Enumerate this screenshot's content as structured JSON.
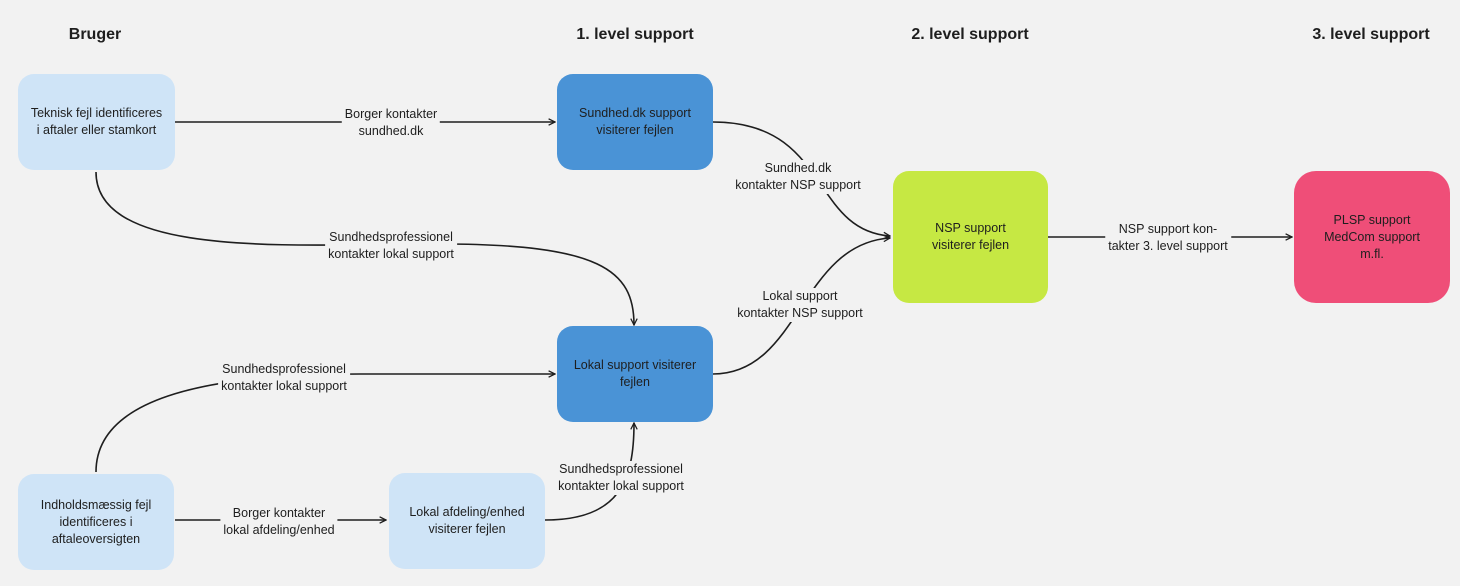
{
  "headings": {
    "bruger": "Bruger",
    "level1": "1. level support",
    "level2": "2. level support",
    "level3": "3. level support"
  },
  "nodes": {
    "teknisk": [
      "Teknisk fejl identificeres",
      "i aftaler eller stamkort"
    ],
    "sundhed_dk": [
      "Sundhed.dk support",
      "visiterer fejlen"
    ],
    "lokal_support": [
      "Lokal support visiterer",
      "fejlen"
    ],
    "nsp": [
      "NSP support",
      "visiterer fejlen"
    ],
    "plsp": [
      "PLSP support",
      "MedCom support",
      "m.fl."
    ],
    "indhold": [
      "Indholdsmæssig fejl",
      "identificeres i",
      "aftaleoversigten"
    ],
    "lokal_afdeling": [
      "Lokal afdeling/enhed",
      "visiterer fejlen"
    ]
  },
  "edges": {
    "borger_sundhed": [
      "Borger kontakter",
      "sundhed.dk"
    ],
    "sundhedsprof_1": [
      "Sundhedsprofessionel",
      "kontakter lokal support"
    ],
    "sundhedsprof_2": [
      "Sundhedsprofessionel",
      "kontakter lokal support"
    ],
    "sundhedsprof_3": [
      "Sundhedsprofessionel",
      "kontakter lokal support"
    ],
    "borger_lokal": [
      "Borger kontakter",
      "lokal afdeling/enhed"
    ],
    "sundhed_nsp": [
      "Sundhed.dk",
      "kontakter NSP support"
    ],
    "lokal_nsp": [
      "Lokal support",
      "kontakter NSP support"
    ],
    "nsp_level3": [
      "NSP support kon-",
      "takter 3. level support"
    ]
  },
  "colors": {
    "light_node": "#cfe4f7",
    "blue_node": "#4a93d6",
    "green_node": "#c6e843",
    "red_node": "#ef4e78",
    "edge": "#1e1e1e"
  }
}
